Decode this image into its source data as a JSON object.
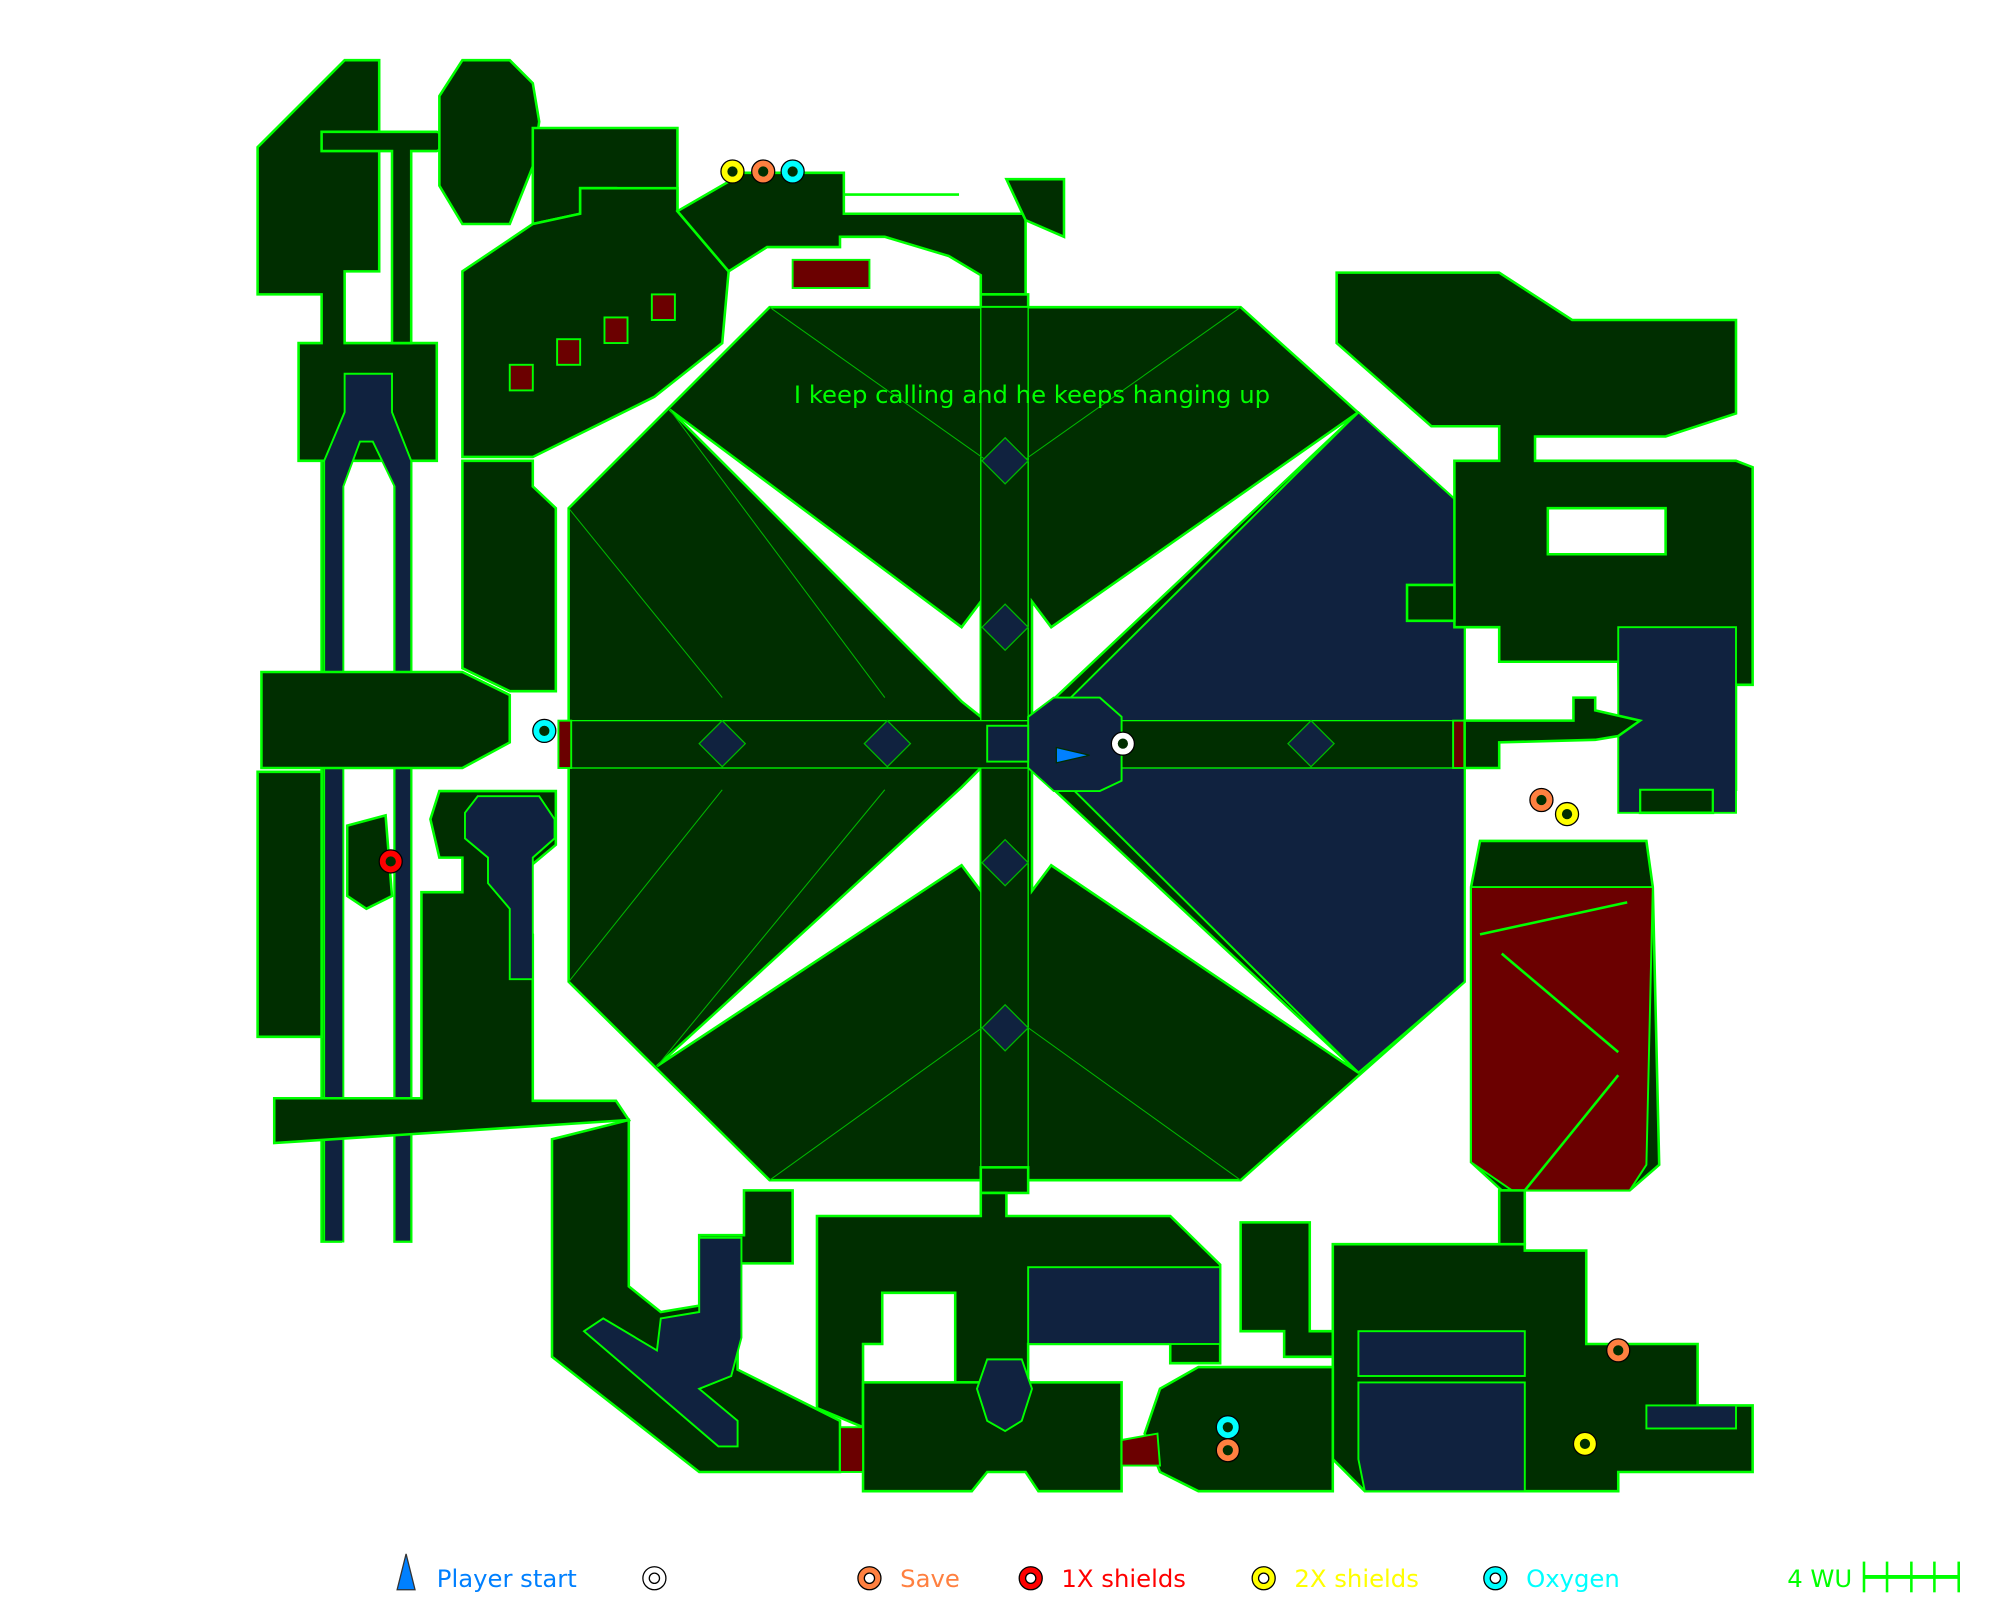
{
  "map": {
    "annotation": "I keep calling and he keeps hanging up",
    "colors": {
      "floor": "#002e00",
      "outline": "#00ff00",
      "liquid": "#10223f",
      "lava": "#6b0000"
    },
    "markers": [
      {
        "type": "2x-shields",
        "color": "#ffff00"
      },
      {
        "type": "save",
        "color": "#ff8040"
      },
      {
        "type": "oxygen",
        "color": "#00ffff"
      },
      {
        "type": "oxygen",
        "color": "#00ffff"
      },
      {
        "type": "other",
        "color": "#ffffff"
      },
      {
        "type": "1x-shields",
        "color": "#ff0000"
      },
      {
        "type": "save",
        "color": "#ff8040"
      },
      {
        "type": "2x-shields",
        "color": "#ffff00"
      },
      {
        "type": "save",
        "color": "#ff8040"
      },
      {
        "type": "oxygen",
        "color": "#00ffff"
      },
      {
        "type": "save",
        "color": "#ff8040"
      },
      {
        "type": "2x-shields",
        "color": "#ffff00"
      }
    ]
  },
  "legend": {
    "player_start": "Player start",
    "save": "Save",
    "shields_1x": "1X shields",
    "shields_2x": "2X shields",
    "oxygen": "Oxygen",
    "scale": "4 WU"
  }
}
